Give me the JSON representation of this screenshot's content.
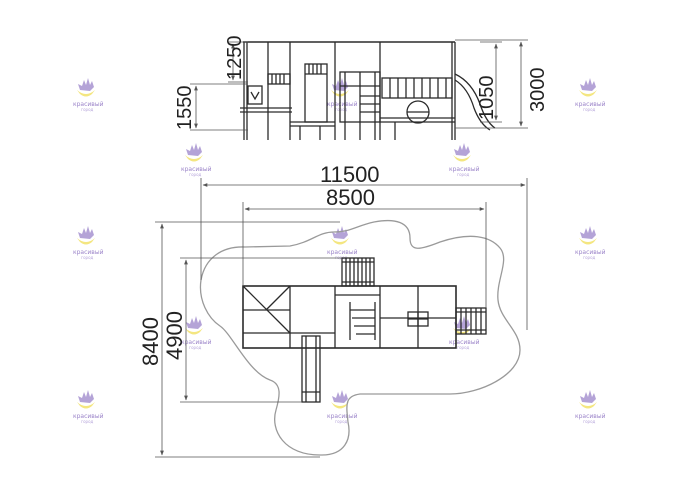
{
  "dimensions": {
    "total_width": "11500",
    "inner_width": "8500",
    "total_depth": "8400",
    "inner_depth": "4900",
    "elevation_height": "3000",
    "roof_height": "1250",
    "deck_height": "1550",
    "rail_height": "1050"
  },
  "watermark": {
    "line1": "красивый",
    "line2": "город",
    "icon": "castle-logo-icon",
    "color": "#9b84c9",
    "accent": "#f2e26a"
  },
  "colors": {
    "outline": "#2b2b2b",
    "zone": "#9a9a9a",
    "dim_line": "#555555"
  }
}
